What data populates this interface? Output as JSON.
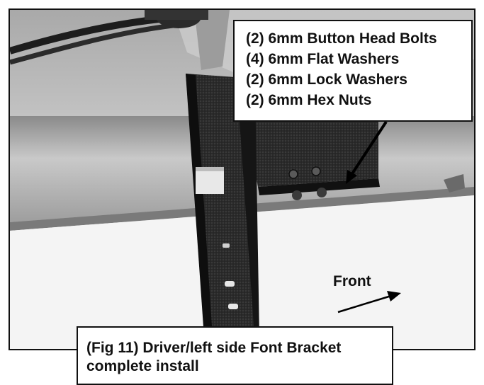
{
  "callout": {
    "lines": [
      "(2) 6mm Button Head Bolts",
      "(4) 6mm Flat Washers",
      "(2) 6mm Lock Washers",
      "(2) 6mm Hex Nuts"
    ]
  },
  "direction_label": "Front",
  "caption": {
    "lines": [
      "(Fig 11) Driver/left side Font Bracket",
      "complete install"
    ]
  }
}
